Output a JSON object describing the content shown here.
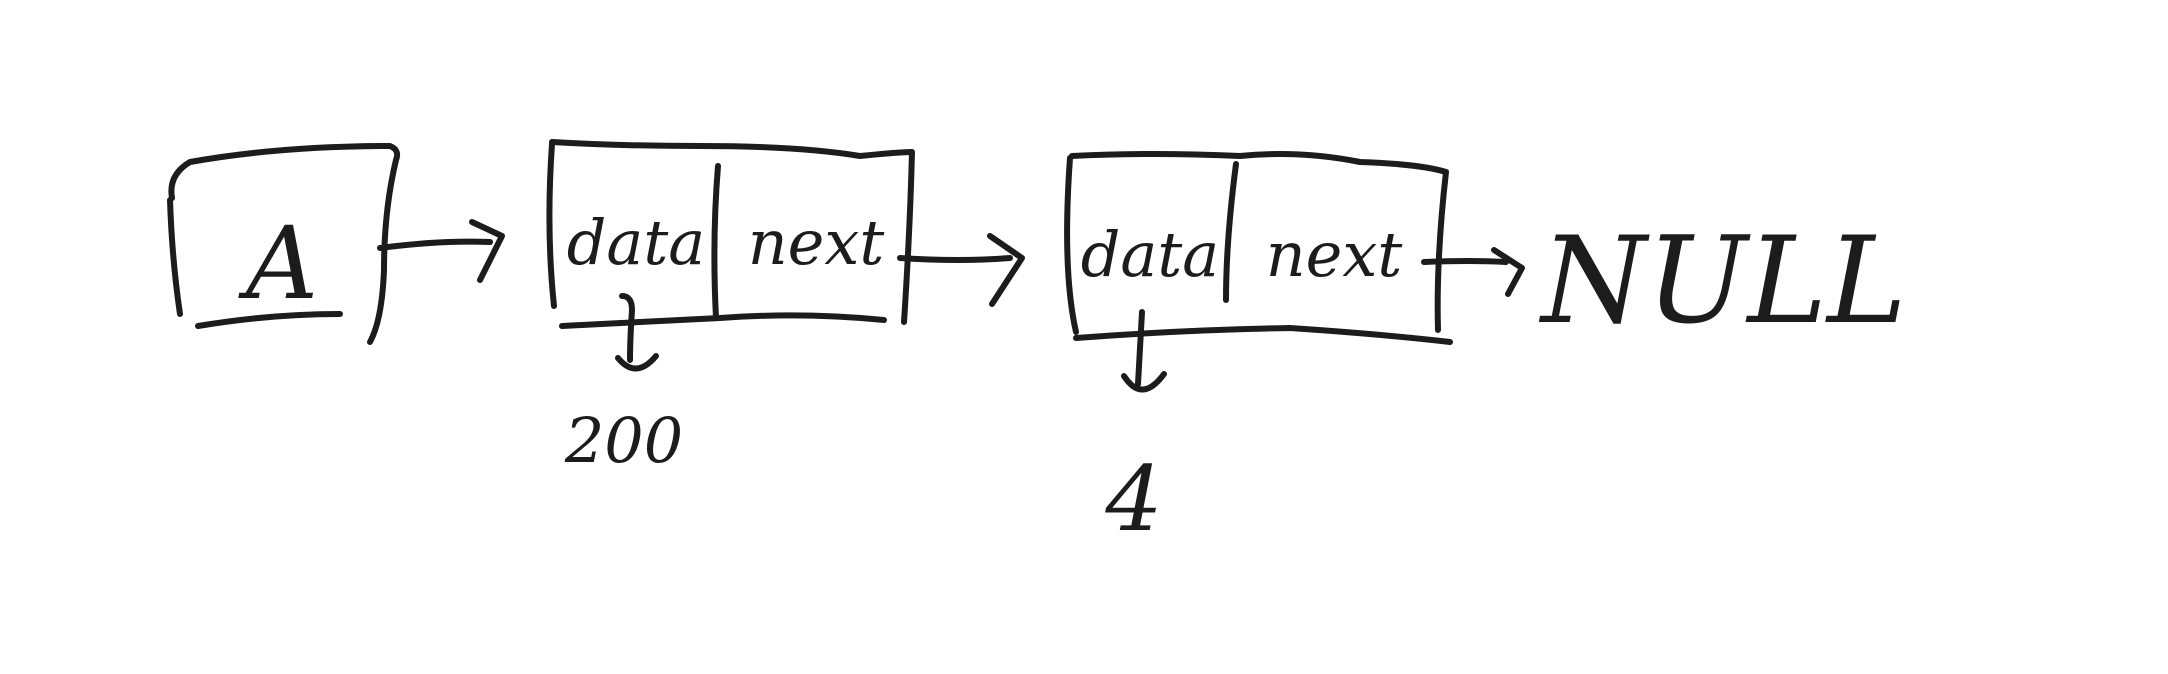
{
  "diagram": {
    "head_label": "A",
    "nodes": [
      {
        "field1": "data",
        "field2": "next",
        "value": "200"
      },
      {
        "field1": "data",
        "field2": "next",
        "value": "4"
      }
    ],
    "terminal": "NULL",
    "ink_color": "#1c1c1c"
  }
}
